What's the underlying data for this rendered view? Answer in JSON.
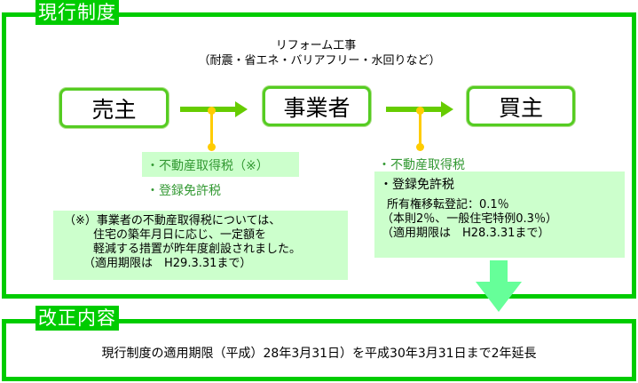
{
  "current": {
    "title": "現行制度",
    "reform_title": "リフォーム工事",
    "reform_sub": "（耐震・省エネ・バリアフリー・水回りなど）",
    "parties": [
      "売主",
      "事業者",
      "買主"
    ],
    "left_taxes": [
      "・不動産取得税（※）",
      "・登録免許税"
    ],
    "note": [
      "（※）事業者の不動産取得税については、",
      "住宅の築年月日に応じ、一定額を",
      "軽減する措置が昨年度創設されました。",
      "（適用期限は　H29.3.31まで）"
    ],
    "right_taxes": [
      "・不動産取得税",
      "・登録免許税"
    ],
    "right_detail": [
      "所有権移転登記：0.1％",
      "（本則2％、一般住宅特例0.3％）",
      "（適用期限は　H28.3.31まで）"
    ]
  },
  "revision": {
    "title": "改正内容",
    "text": "現行制度の適用期限（平成）28年3月31日）を平成30年3月31日まで2年延長"
  }
}
